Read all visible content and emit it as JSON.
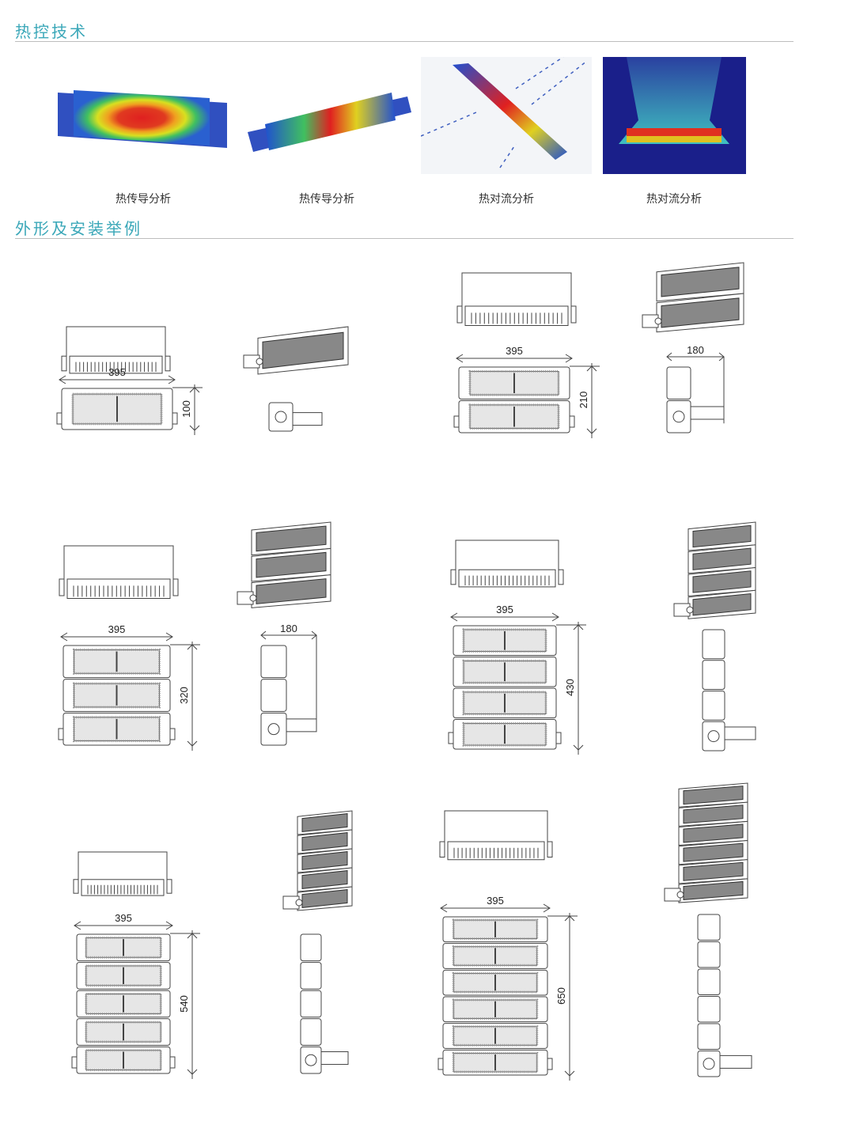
{
  "sections": [
    {
      "title": "热控技术"
    },
    {
      "title": "外形及安装举例"
    }
  ],
  "thermal": [
    {
      "caption": "热传导分析",
      "kind": "conduction-flat"
    },
    {
      "caption": "热传导分析",
      "kind": "conduction-fins"
    },
    {
      "caption": "热对流分析",
      "kind": "convection-light"
    },
    {
      "caption": "热对流分析",
      "kind": "convection-dark"
    }
  ],
  "drawings": [
    {
      "modules": 1,
      "width_label": "395",
      "height_label": "100",
      "side_label": ""
    },
    {
      "modules": 2,
      "width_label": "395",
      "height_label": "210",
      "side_label": "180"
    },
    {
      "modules": 3,
      "width_label": "395",
      "height_label": "320",
      "side_label": "180"
    },
    {
      "modules": 4,
      "width_label": "395",
      "height_label": "430",
      "side_label": ""
    },
    {
      "modules": 5,
      "width_label": "395",
      "height_label": "540",
      "side_label": ""
    },
    {
      "modules": 6,
      "width_label": "395",
      "height_label": "650",
      "side_label": ""
    }
  ],
  "colors": {
    "accent": "#3aa7b8",
    "line": "#444444"
  }
}
